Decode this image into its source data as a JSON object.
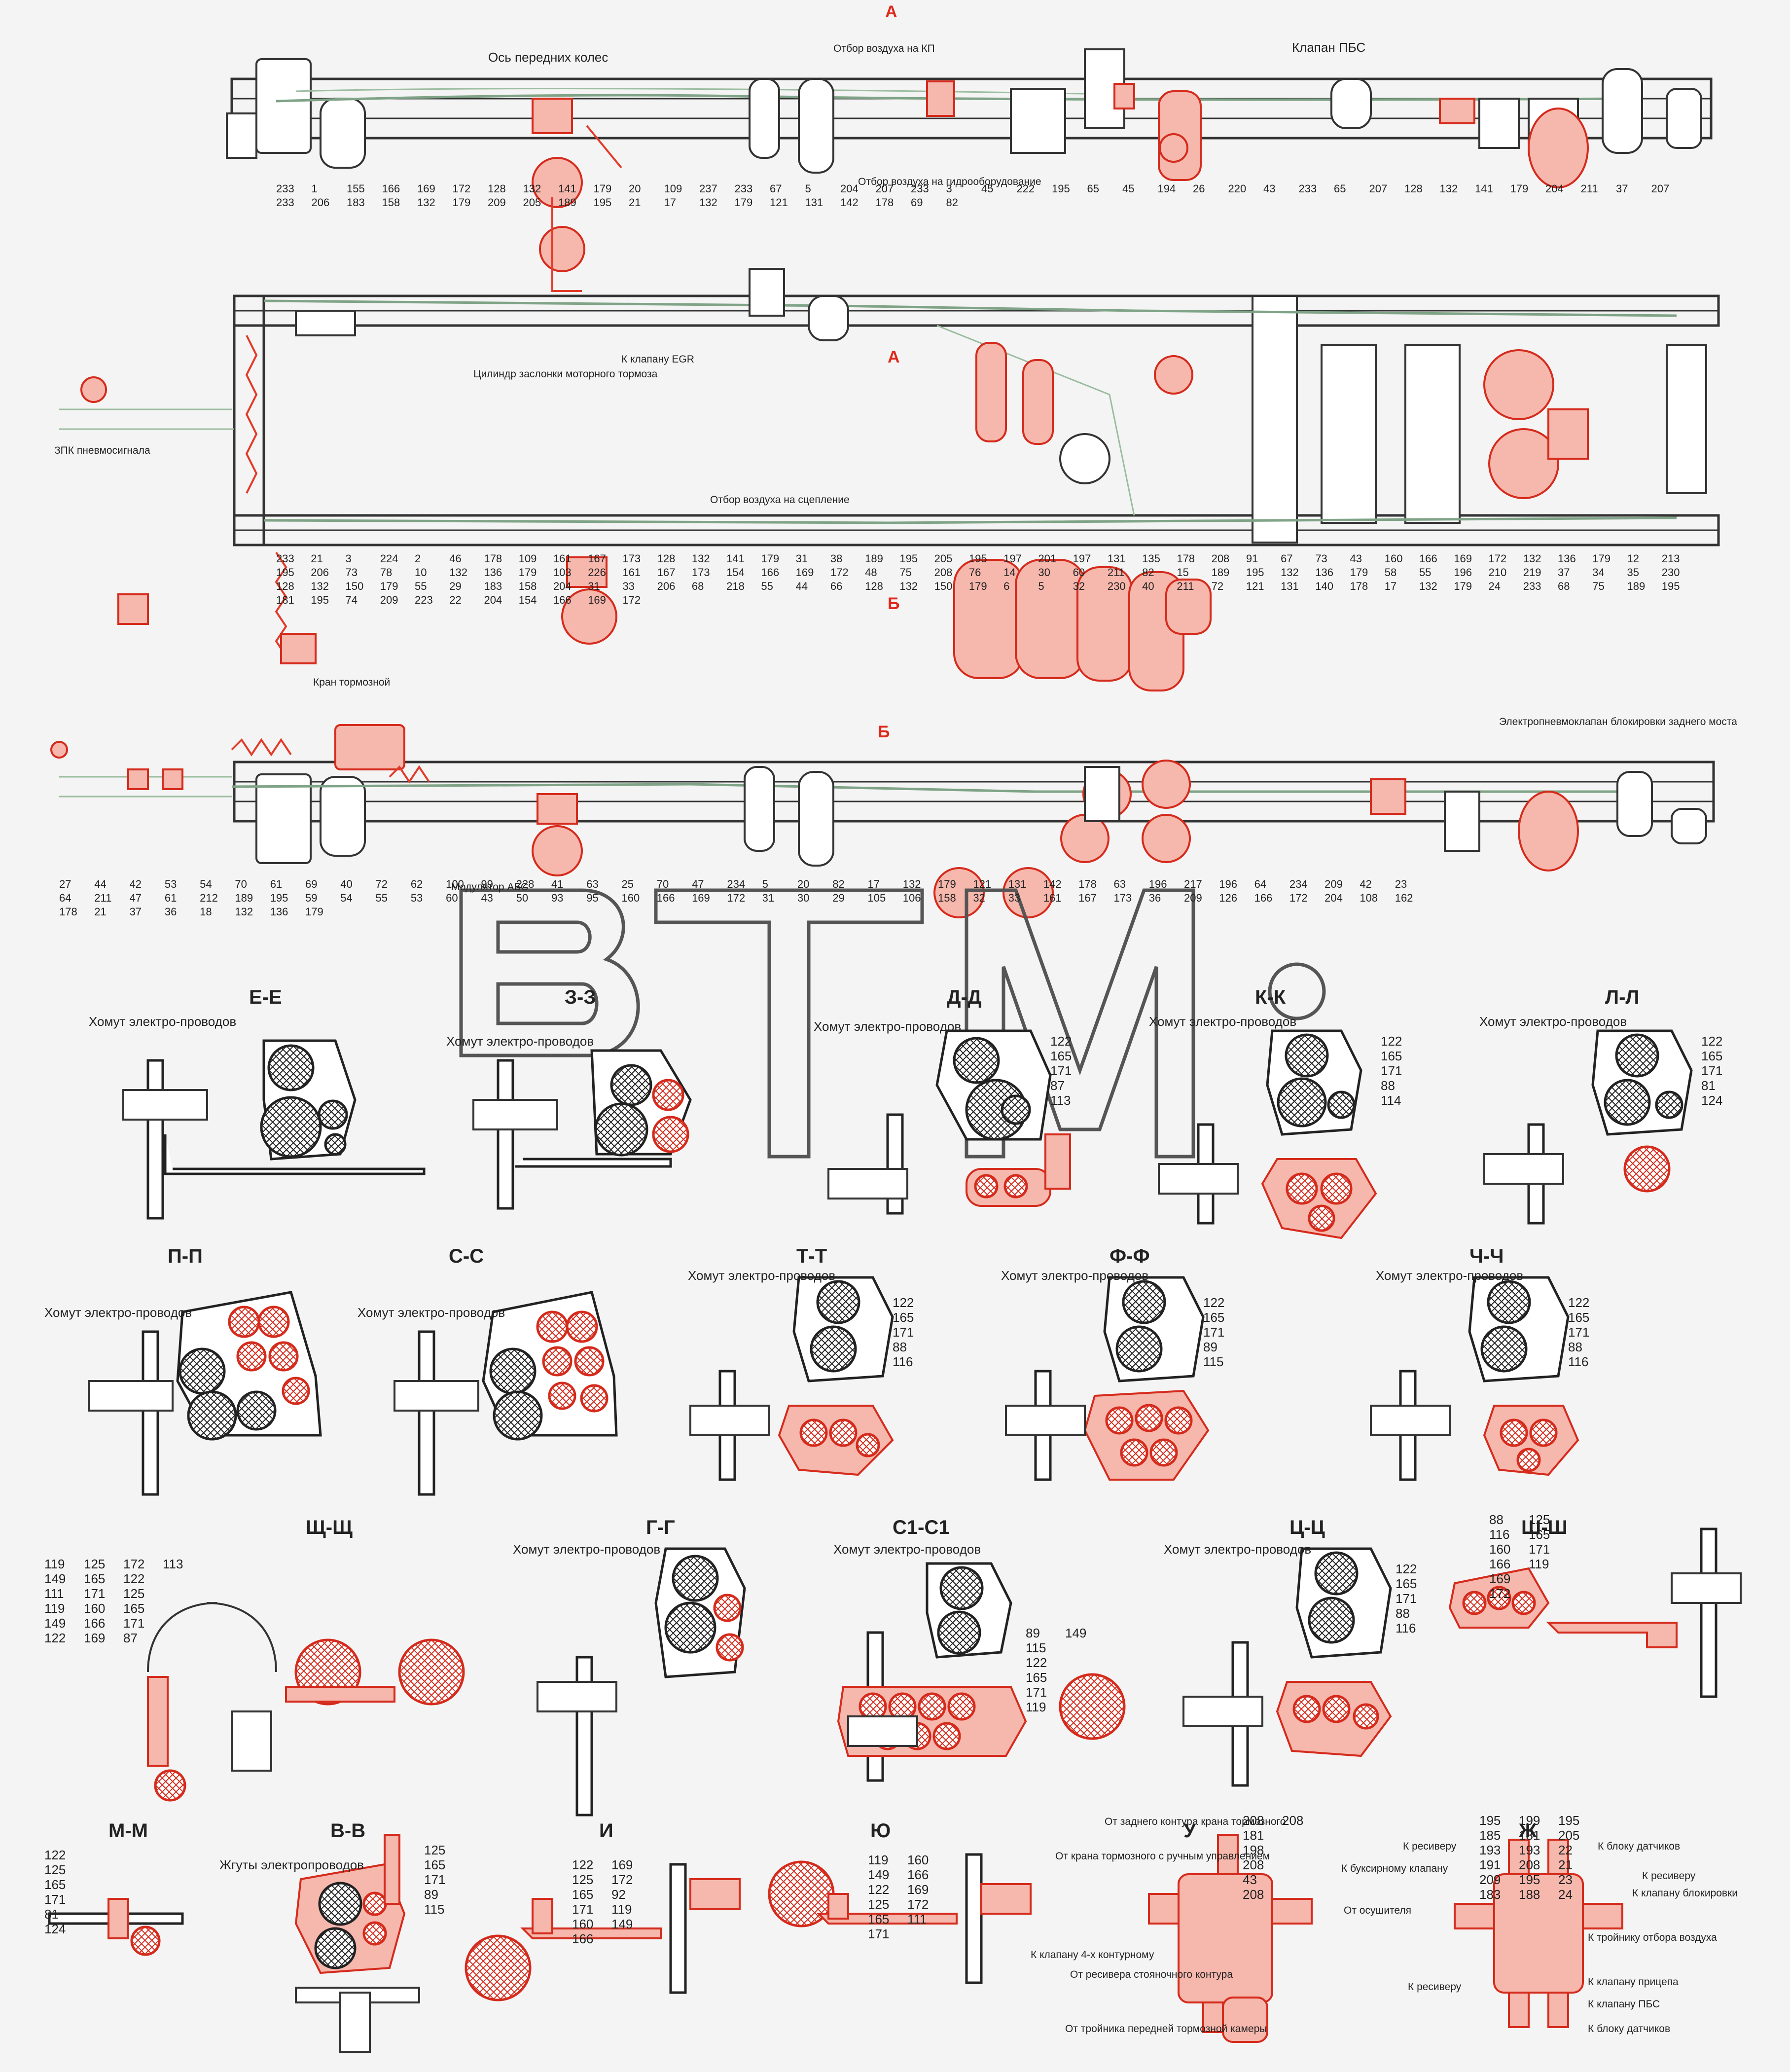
{
  "watermark": "BTM",
  "views": {
    "top": {
      "cut": "А",
      "notes": [
        "Ось передних колес",
        "Отбор воздуха на КП",
        "Клапан ПБС",
        "Отбор воздуха на гидрооборудование"
      ]
    },
    "middle": {
      "notes": [
        "ЗПК пневмосигнала",
        "Отбор воздуха на сцепление",
        "Цилиндр заслонки моторного тормоза",
        "К клапану EGR",
        "Кран тормозной"
      ],
      "arrows": [
        "А",
        "Б"
      ]
    },
    "bottom": {
      "cut": "Б",
      "notes": [
        "Модулятор АБС",
        "Электропневмоклапан блокировки заднего моста"
      ]
    }
  },
  "top_callouts": [
    "233",
    "1",
    "155",
    "166",
    "169",
    "172",
    "128",
    "132",
    "141",
    "179",
    "20",
    "109",
    "237",
    "233",
    "67",
    "5",
    "204",
    "207",
    "233",
    "3",
    "45",
    "222",
    "195",
    "65",
    "45",
    "194",
    "26",
    "220",
    "43",
    "233",
    "65",
    "207",
    "128",
    "132",
    "141",
    "179",
    "204",
    "211",
    "37",
    "207",
    "233",
    "206",
    "183",
    "158",
    "132",
    "179",
    "209",
    "205",
    "189",
    "195",
    "21",
    "17",
    "132",
    "179",
    "121",
    "131",
    "142",
    "178",
    "69",
    "82"
  ],
  "middle_callouts": [
    "233",
    "21",
    "3",
    "224",
    "2",
    "46",
    "178",
    "109",
    "161",
    "167",
    "173",
    "128",
    "132",
    "141",
    "179",
    "31",
    "38",
    "189",
    "195",
    "205",
    "195",
    "197",
    "201",
    "197",
    "131",
    "135",
    "178",
    "208",
    "91",
    "67",
    "73",
    "43",
    "160",
    "166",
    "169",
    "172",
    "132",
    "136",
    "179",
    "12",
    "213",
    "195",
    "206",
    "73",
    "78",
    "10",
    "132",
    "136",
    "179",
    "103",
    "226",
    "161",
    "167",
    "173",
    "154",
    "166",
    "169",
    "172",
    "48",
    "75",
    "208",
    "76",
    "14",
    "30",
    "60",
    "211",
    "82",
    "15",
    "189",
    "195",
    "132",
    "136",
    "179",
    "58",
    "55",
    "196",
    "210",
    "219",
    "37",
    "34",
    "35",
    "230",
    "128",
    "132",
    "150",
    "179",
    "55",
    "29",
    "183",
    "158",
    "204",
    "31",
    "33",
    "206",
    "68",
    "218",
    "55",
    "44",
    "66",
    "128",
    "132",
    "150",
    "179",
    "6",
    "5",
    "32",
    "230",
    "40",
    "211",
    "72",
    "121",
    "131",
    "140",
    "178",
    "17",
    "132",
    "179",
    "24",
    "233",
    "68",
    "75",
    "189",
    "195",
    "181",
    "195",
    "74",
    "209",
    "223",
    "22",
    "204",
    "154",
    "166",
    "169",
    "172"
  ],
  "bottom_callouts": [
    "27",
    "44",
    "42",
    "53",
    "54",
    "70",
    "61",
    "69",
    "40",
    "72",
    "62",
    "100",
    "99",
    "228",
    "41",
    "63",
    "25",
    "70",
    "47",
    "234",
    "5",
    "20",
    "82",
    "17",
    "132",
    "179",
    "121",
    "131",
    "142",
    "178",
    "63",
    "196",
    "217",
    "196",
    "64",
    "234",
    "209",
    "42",
    "23",
    "64",
    "211",
    "47",
    "61",
    "212",
    "189",
    "195",
    "59",
    "54",
    "55",
    "53",
    "60",
    "43",
    "50",
    "93",
    "95",
    "160",
    "166",
    "169",
    "172",
    "31",
    "30",
    "29",
    "105",
    "106",
    "158",
    "32",
    "33",
    "161",
    "167",
    "173",
    "36",
    "209",
    "126",
    "166",
    "172",
    "204",
    "108",
    "162",
    "178",
    "21",
    "37",
    "36",
    "18",
    "132",
    "136",
    "179"
  ],
  "section_labels": [
    "Е-Е",
    "З-З",
    "Д-Д",
    "К-К",
    "Л-Л",
    "П-П",
    "С-С",
    "Т-Т",
    "Ф-Ф",
    "Ч-Ч",
    "Щ-Щ",
    "Г-Г",
    "С1-С1",
    "Ц-Ц",
    "Ш-Ш",
    "М-М",
    "В-В",
    "И",
    "Ю",
    "У",
    "Ж"
  ],
  "clamp_label": "Хомут электро-проводов",
  "harness_label": "Жгуты электропроводов",
  "sections": {
    "ee": {
      "title": "Е-Е"
    },
    "zz": {
      "title": "З-З"
    },
    "dd": {
      "title": "Д-Д",
      "nums": [
        "122",
        "165",
        "171",
        "87",
        "113"
      ]
    },
    "kk": {
      "title": "К-К",
      "nums": [
        "122",
        "165",
        "171",
        "88",
        "114"
      ]
    },
    "ll": {
      "title": "Л-Л",
      "nums": [
        "122",
        "165",
        "171",
        "81",
        "124"
      ]
    },
    "pp": {
      "title": "П-П"
    },
    "ss": {
      "title": "С-С"
    },
    "tt": {
      "title": "Т-Т",
      "nums": [
        "122",
        "165",
        "171",
        "88",
        "116"
      ]
    },
    "ff": {
      "title": "Ф-Ф",
      "nums": [
        "122",
        "165",
        "171",
        "89",
        "115"
      ]
    },
    "chch": {
      "title": "Ч-Ч",
      "nums": [
        "122",
        "165",
        "171",
        "88",
        "116"
      ]
    },
    "shch": {
      "title": "Щ-Щ",
      "nums": [
        "119",
        "149",
        "111",
        "119",
        "149",
        "122",
        "125",
        "165",
        "171",
        "160",
        "166",
        "169",
        "172",
        "122",
        "125",
        "165",
        "171",
        "87",
        "113"
      ]
    },
    "gg": {
      "title": "Г-Г"
    },
    "c1": {
      "title": "С1-С1",
      "nums": [
        "89",
        "115",
        "122",
        "165",
        "171",
        "119",
        "149"
      ]
    },
    "cc": {
      "title": "Ц-Ц",
      "nums": [
        "122",
        "165",
        "171",
        "88",
        "116"
      ]
    },
    "shsh": {
      "title": "Ш-Ш",
      "nums": [
        "88",
        "116",
        "160",
        "166",
        "169",
        "172",
        "125",
        "165",
        "171",
        "119"
      ]
    },
    "mm": {
      "title": "М-М",
      "nums": [
        "122",
        "125",
        "165",
        "171",
        "81",
        "124"
      ]
    },
    "vv": {
      "title": "В-В",
      "nums": [
        "125",
        "165",
        "171",
        "89",
        "115"
      ]
    },
    "i": {
      "title": "И",
      "nums": [
        "122",
        "125",
        "165",
        "171",
        "160",
        "166",
        "169",
        "172",
        "92",
        "119",
        "149"
      ]
    },
    "yu": {
      "title": "Ю",
      "nums": [
        "119",
        "149",
        "122",
        "125",
        "165",
        "171",
        "160",
        "166",
        "169",
        "172",
        "111"
      ]
    },
    "u": {
      "title": "У",
      "notes": [
        "От заднего контура крана тормозного",
        "От крана тормозного с ручным управлением",
        "К клапану 4-х контурному",
        "От ресивера стояночного контура",
        "От тройника передней тормозной камеры"
      ],
      "nums": [
        "208",
        "181",
        "198",
        "208",
        "43",
        "208",
        "208"
      ]
    },
    "zh": {
      "title": "Ж",
      "notes": [
        "К ресиверу",
        "К блоку датчиков",
        "К буксирному клапану",
        "К ресиверу",
        "От осушителя",
        "К клапану блокировки",
        "К тройнику отбора воздуха",
        "К клапану прицепа",
        "К ресиверу",
        "К клапану ПБС",
        "К блоку датчиков"
      ],
      "nums": [
        "195",
        "185",
        "193",
        "191",
        "209",
        "183",
        "199",
        "181",
        "193",
        "208",
        "195",
        "188",
        "195",
        "205",
        "22",
        "21",
        "23",
        "24"
      ]
    }
  }
}
